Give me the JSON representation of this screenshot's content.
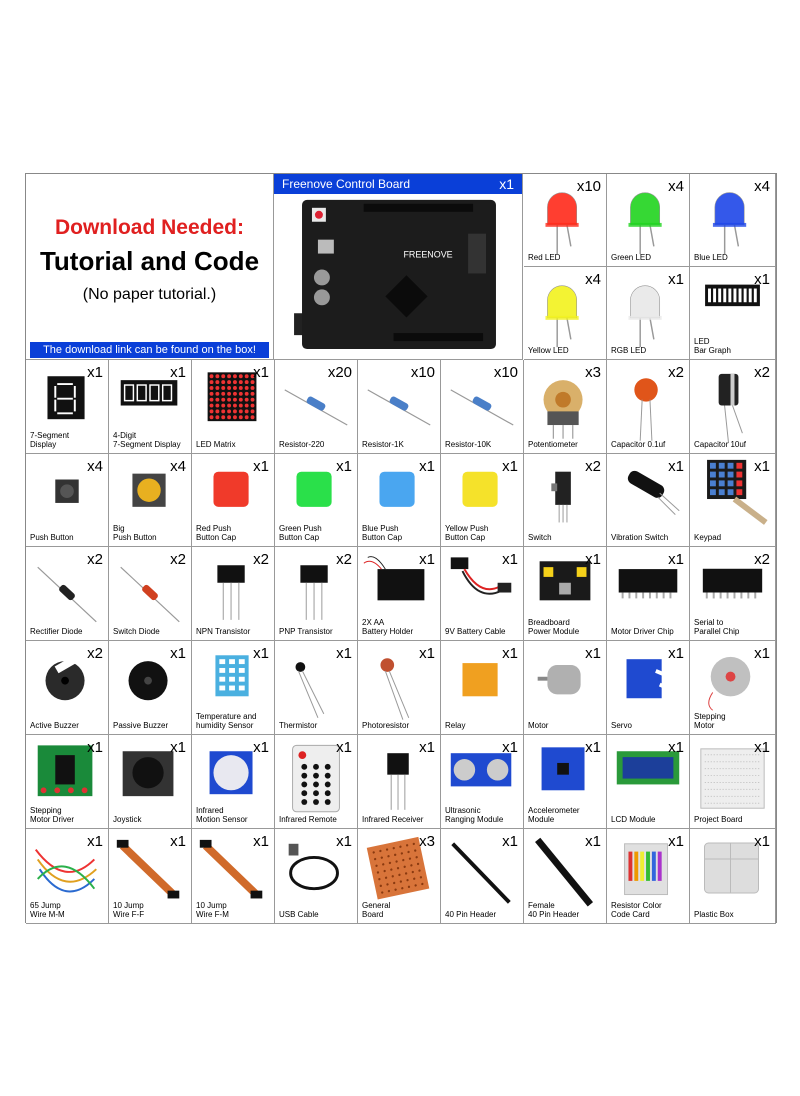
{
  "intro": {
    "title": "Download Needed:",
    "subtitle": "Tutorial and Code",
    "note": "(No paper tutorial.)",
    "banner": "The download link can be found on the box!"
  },
  "board": {
    "title": "Freenove Control Board",
    "qty": "x1",
    "brand": "FREENOVE"
  },
  "colors": {
    "banner_blue": "#0a3fd8",
    "title_red": "#e02020"
  },
  "top_items": [
    {
      "label": "Red LED",
      "qty": "x10",
      "icon": "led-icon",
      "color": "#ff2a1a"
    },
    {
      "label": "Green LED",
      "qty": "x4",
      "icon": "led-icon",
      "color": "#21d41f"
    },
    {
      "label": "Blue LED",
      "qty": "x4",
      "icon": "led-icon",
      "color": "#1f47e8"
    },
    {
      "label": "Yellow LED",
      "qty": "x4",
      "icon": "led-icon",
      "color": "#f2f21e"
    },
    {
      "label": "RGB LED",
      "qty": "x1",
      "icon": "led-icon",
      "color": "#e8e8e8"
    },
    {
      "label": "LED\nBar Graph",
      "qty": "x1",
      "icon": "bar-graph-icon",
      "color": "#111111"
    }
  ],
  "rows": [
    [
      {
        "label": "7-Segment\nDisplay",
        "qty": "x1",
        "icon": "seven-segment-icon",
        "color": "#111111"
      },
      {
        "label": "4-Digit\n7-Segment Display",
        "qty": "x1",
        "icon": "four-digit-icon",
        "color": "#111111"
      },
      {
        "label": "LED Matrix",
        "qty": "x1",
        "icon": "led-matrix-icon",
        "color": "#111111"
      },
      {
        "label": "Resistor-220",
        "qty": "x20",
        "icon": "resistor-icon",
        "color": "#4a7fc8"
      },
      {
        "label": "Resistor-1K",
        "qty": "x10",
        "icon": "resistor-icon",
        "color": "#4a7fc8"
      },
      {
        "label": "Resistor-10K",
        "qty": "x10",
        "icon": "resistor-icon",
        "color": "#4a7fc8"
      },
      {
        "label": "Potentiometer",
        "qty": "x3",
        "icon": "potentiometer-icon",
        "color": "#c07a2a"
      },
      {
        "label": "Capacitor 0.1uf",
        "qty": "x2",
        "icon": "ceramic-capacitor-icon",
        "color": "#e0551a"
      },
      {
        "label": "Capacitor 10uf",
        "qty": "x2",
        "icon": "electrolytic-capacitor-icon",
        "color": "#222222"
      }
    ],
    [
      {
        "label": "Push Button",
        "qty": "x4",
        "icon": "push-button-icon",
        "color": "#222222"
      },
      {
        "label": "Big\nPush Button",
        "qty": "x4",
        "icon": "big-push-button-icon",
        "color": "#e8b020"
      },
      {
        "label": "Red Push\nButton Cap",
        "qty": "x1",
        "icon": "button-cap-icon",
        "color": "#f03a2a"
      },
      {
        "label": "Green Push\nButton Cap",
        "qty": "x1",
        "icon": "button-cap-icon",
        "color": "#2ae04a"
      },
      {
        "label": "Blue Push\nButton Cap",
        "qty": "x1",
        "icon": "button-cap-icon",
        "color": "#4aa6f0"
      },
      {
        "label": "Yellow Push\nButton Cap",
        "qty": "x1",
        "icon": "button-cap-icon",
        "color": "#f5e22a"
      },
      {
        "label": "Switch",
        "qty": "x2",
        "icon": "slide-switch-icon",
        "color": "#222222"
      },
      {
        "label": "Vibration Switch",
        "qty": "x1",
        "icon": "vibration-switch-icon",
        "color": "#111111"
      },
      {
        "label": "Keypad",
        "qty": "x1",
        "icon": "keypad-icon",
        "color": "#1a1a1a"
      }
    ],
    [
      {
        "label": "Rectifier Diode",
        "qty": "x2",
        "icon": "diode-icon",
        "color": "#222222"
      },
      {
        "label": "Switch Diode",
        "qty": "x2",
        "icon": "diode-icon",
        "color": "#d04020"
      },
      {
        "label": "NPN Transistor",
        "qty": "x2",
        "icon": "transistor-icon",
        "color": "#111111"
      },
      {
        "label": "PNP Transistor",
        "qty": "x2",
        "icon": "transistor-icon",
        "color": "#111111"
      },
      {
        "label": "2X AA\nBattery Holder",
        "qty": "x1",
        "icon": "battery-holder-icon",
        "color": "#111111"
      },
      {
        "label": "9V Battery Cable",
        "qty": "x1",
        "icon": "battery-cable-icon",
        "color": "#111111"
      },
      {
        "label": "Breadboard\nPower Module",
        "qty": "x1",
        "icon": "power-module-icon",
        "color": "#1a1a1a"
      },
      {
        "label": "Motor Driver Chip",
        "qty": "x1",
        "icon": "ic-chip-icon",
        "color": "#111111"
      },
      {
        "label": "Serial to\nParallel Chip",
        "qty": "x2",
        "icon": "ic-chip-icon",
        "color": "#111111"
      }
    ],
    [
      {
        "label": "Active Buzzer",
        "qty": "x2",
        "icon": "active-buzzer-icon",
        "color": "#2a2a2a"
      },
      {
        "label": "Passive Buzzer",
        "qty": "x1",
        "icon": "passive-buzzer-icon",
        "color": "#111111"
      },
      {
        "label": "Temperature and\nhumidity Sensor",
        "qty": "x1",
        "icon": "dht-sensor-icon",
        "color": "#4ab0e0"
      },
      {
        "label": "Thermistor",
        "qty": "x1",
        "icon": "thermistor-icon",
        "color": "#111111"
      },
      {
        "label": "Photoresistor",
        "qty": "x1",
        "icon": "photoresistor-icon",
        "color": "#c05030"
      },
      {
        "label": "Relay",
        "qty": "x1",
        "icon": "relay-icon",
        "color": "#f0a020"
      },
      {
        "label": "Motor",
        "qty": "x1",
        "icon": "motor-icon",
        "color": "#b0b0b0"
      },
      {
        "label": "Servo",
        "qty": "x1",
        "icon": "servo-icon",
        "color": "#1f4ad0"
      },
      {
        "label": "Stepping\nMotor",
        "qty": "x1",
        "icon": "stepper-motor-icon",
        "color": "#c0c0c0"
      }
    ],
    [
      {
        "label": "Stepping\nMotor Driver",
        "qty": "x1",
        "icon": "stepper-driver-icon",
        "color": "#1a8a3a"
      },
      {
        "label": "Joystick",
        "qty": "x1",
        "icon": "joystick-icon",
        "color": "#111111"
      },
      {
        "label": "Infrared\nMotion Sensor",
        "qty": "x1",
        "icon": "pir-sensor-icon",
        "color": "#1f4ad0"
      },
      {
        "label": "Infrared Remote",
        "qty": "x1",
        "icon": "ir-remote-icon",
        "color": "#eeeeee"
      },
      {
        "label": "Infrared Receiver",
        "qty": "x1",
        "icon": "ir-receiver-icon",
        "color": "#111111"
      },
      {
        "label": "Ultrasonic\nRanging Module",
        "qty": "x1",
        "icon": "ultrasonic-icon",
        "color": "#1f4ad0"
      },
      {
        "label": "Accelerometer\nModule",
        "qty": "x1",
        "icon": "accelerometer-icon",
        "color": "#1f4ad0"
      },
      {
        "label": "LCD Module",
        "qty": "x1",
        "icon": "lcd-icon",
        "color": "#2a9a3a"
      },
      {
        "label": "Project Board",
        "qty": "x1",
        "icon": "breadboard-icon",
        "color": "#eeeeee"
      }
    ],
    [
      {
        "label": "65 Jump\nWire M-M",
        "qty": "x1",
        "icon": "jumper-wires-icon",
        "color": "#e0a020"
      },
      {
        "label": "10 Jump\nWire F-F",
        "qty": "x1",
        "icon": "ribbon-wire-icon",
        "color": "#d06a2a"
      },
      {
        "label": "10 Jump\nWire F-M",
        "qty": "x1",
        "icon": "ribbon-wire-icon",
        "color": "#d06a2a"
      },
      {
        "label": "USB Cable",
        "qty": "x1",
        "icon": "usb-cable-icon",
        "color": "#111111"
      },
      {
        "label": "General\nBoard",
        "qty": "x3",
        "icon": "perfboard-icon",
        "color": "#d8743a"
      },
      {
        "label": "40 Pin Header",
        "qty": "x1",
        "icon": "pin-header-icon",
        "color": "#111111"
      },
      {
        "label": "Female\n40 Pin Header",
        "qty": "x1",
        "icon": "female-header-icon",
        "color": "#111111"
      },
      {
        "label": "Resistor Color\nCode Card",
        "qty": "x1",
        "icon": "color-card-icon",
        "color": "#e0e0e0"
      },
      {
        "label": "Plastic Box",
        "qty": "x1",
        "icon": "plastic-box-icon",
        "color": "#dddddd"
      }
    ]
  ]
}
